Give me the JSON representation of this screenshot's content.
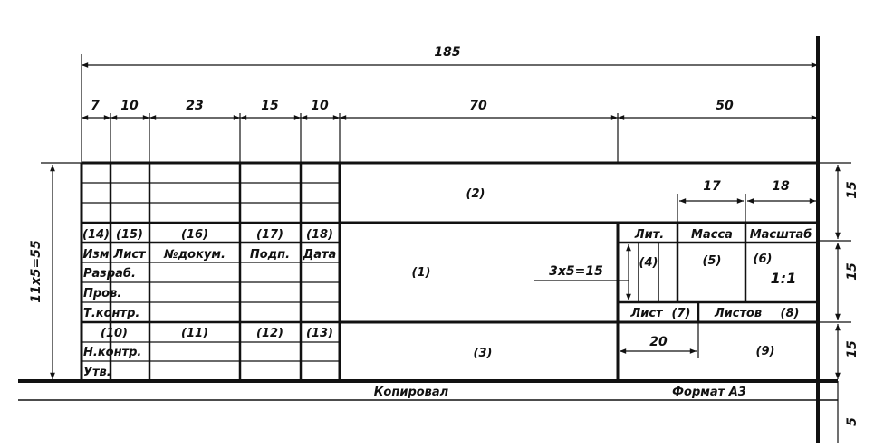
{
  "dimensions": {
    "total_width": "185",
    "col_7": "7",
    "col_10a": "10",
    "col_23": "23",
    "col_15": "15",
    "col_10b": "10",
    "col_70": "70",
    "col_50": "50",
    "col_17": "17",
    "col_18": "18",
    "height_left": "11x5=55",
    "height_r1": "15",
    "height_r2": "15",
    "height_r3": "15",
    "height_bottom": "5",
    "inner_3x5": "3x5=15",
    "inner_20": "20"
  },
  "left_table": {
    "index_row": [
      "(14)",
      "(15)",
      "(16)",
      "(17)",
      "(18)"
    ],
    "header_row": [
      "Изм",
      "Лист",
      "№докум.",
      "Подп.",
      "Дата"
    ],
    "index_row_2": [
      "(10)",
      "(11)",
      "(12)",
      "(13)"
    ],
    "row_labels": {
      "razrab": "Разраб.",
      "prov": "Пров.",
      "tkontr": "Т.контр.",
      "nkontr": "Н.контр.",
      "utv": "Утв."
    }
  },
  "center": {
    "field_2": "(2)",
    "field_1": "(1)",
    "field_3": "(3)"
  },
  "right_block": {
    "lit": "Лит.",
    "massa": "Масса",
    "masshtab": "Масштаб",
    "field_4": "(4)",
    "field_5": "(5)",
    "field_6": "(6)",
    "scale": "1:1",
    "list": "Лист",
    "field_7": "(7)",
    "listov": "Листов",
    "field_8": "(8)",
    "field_9": "(9)"
  },
  "footer": {
    "kopiroval": "Копировал",
    "format": "Формат А3"
  }
}
